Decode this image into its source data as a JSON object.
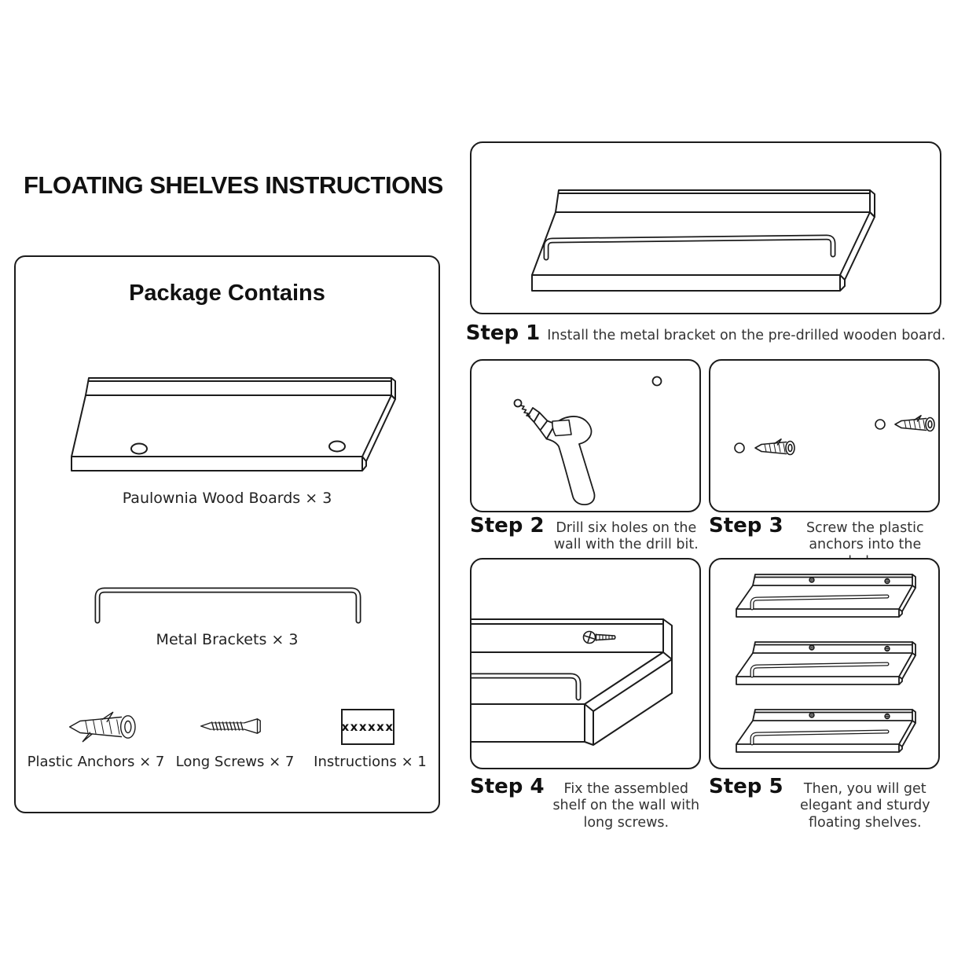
{
  "title": "FLOATING SHELVES INSTRUCTIONS",
  "package": {
    "heading": "Package Contains",
    "board_label": "Paulownia Wood Boards × 3",
    "bracket_label": "Metal Brackets × 3",
    "anchors_label": "Plastic Anchors × 7",
    "screws_label": "Long Screws × 7",
    "instructions_label": "Instructions × 1",
    "instructions_text": "xxxxxx"
  },
  "steps": [
    {
      "name": "Step 1",
      "text": "Install the metal bracket on the pre-drilled wooden board."
    },
    {
      "name": "Step 2",
      "text": "Drill six holes on the wall with the drill bit."
    },
    {
      "name": "Step 3",
      "text": "Screw the plastic anchors into the hole."
    },
    {
      "name": "Step 4",
      "text": "Fix the assembled shelf on the wall with long screws."
    },
    {
      "name": "Step 5",
      "text": "Then, you will get elegant and sturdy floating shelves."
    }
  ],
  "colors": {
    "line": "#1c1c1c",
    "text": "#333333",
    "background": "#ffffff"
  }
}
